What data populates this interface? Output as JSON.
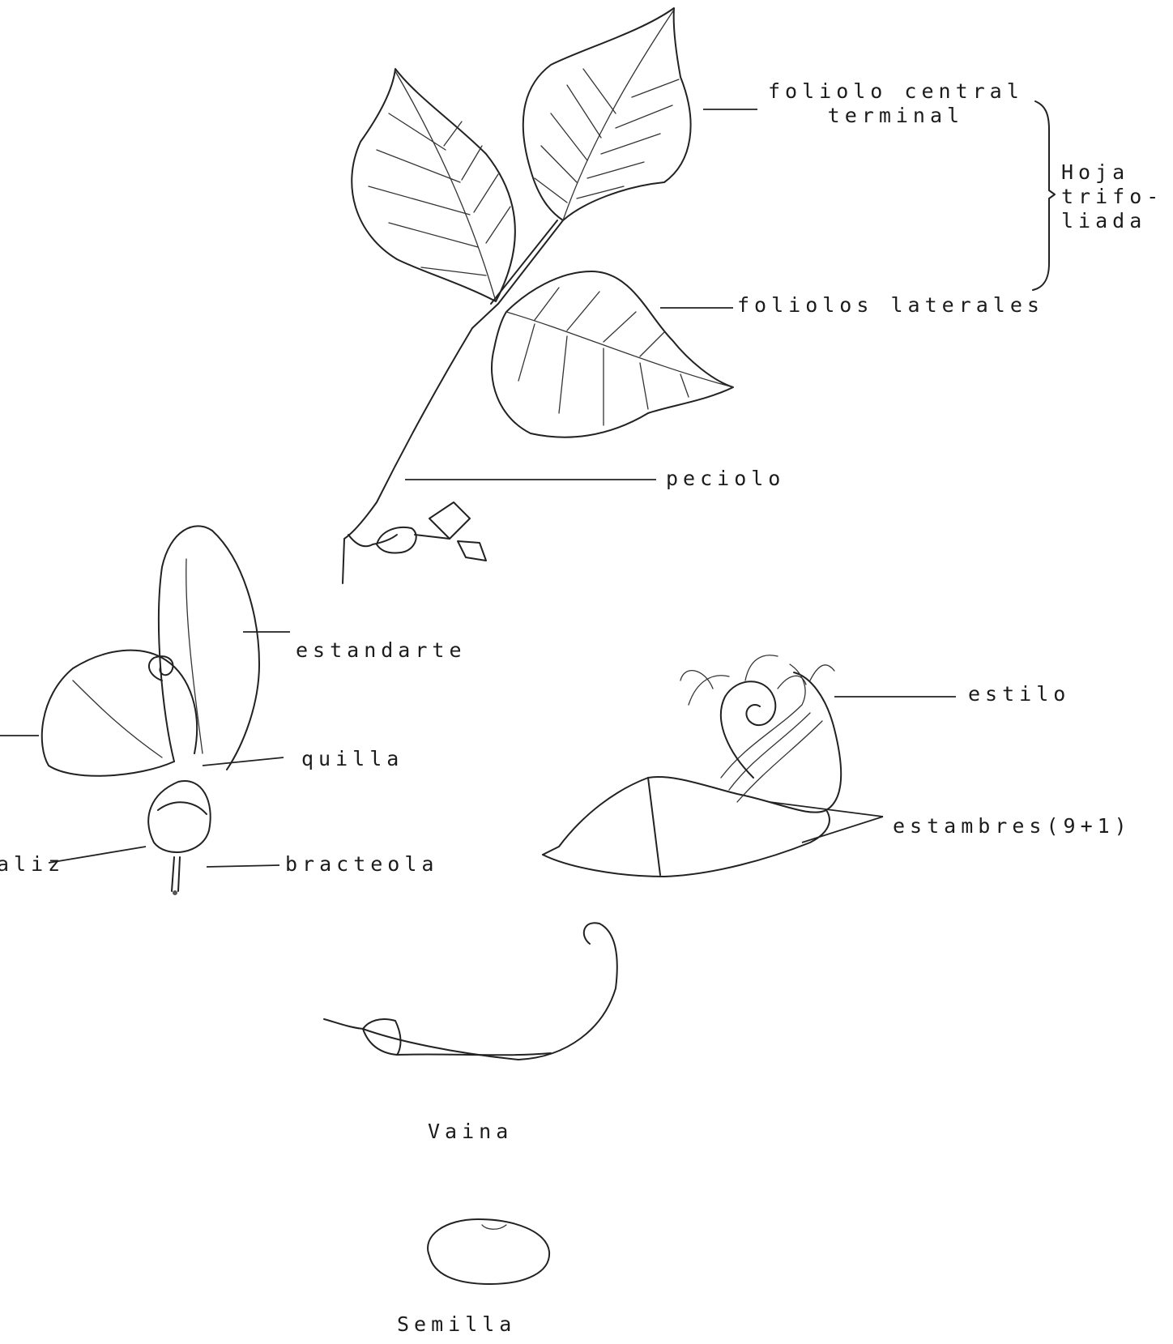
{
  "colors": {
    "ink": "#222222",
    "paper": "#ffffff"
  },
  "labels": {
    "foliolo_central": [
      "foliolo central",
      "terminal"
    ],
    "hoja_trifoliada": [
      "Hoja",
      "trifo-",
      "liada"
    ],
    "foliolos_laterales": "foliolos laterales",
    "peciolo": "peciolo",
    "estandarte": "estandarte",
    "quilla": "quilla",
    "caliz": "aliz",
    "bracteola": "bracteola",
    "estilo": "estilo",
    "estambres": "estambres(9+1)",
    "vaina": "Vaina",
    "semilla": "Semilla"
  }
}
